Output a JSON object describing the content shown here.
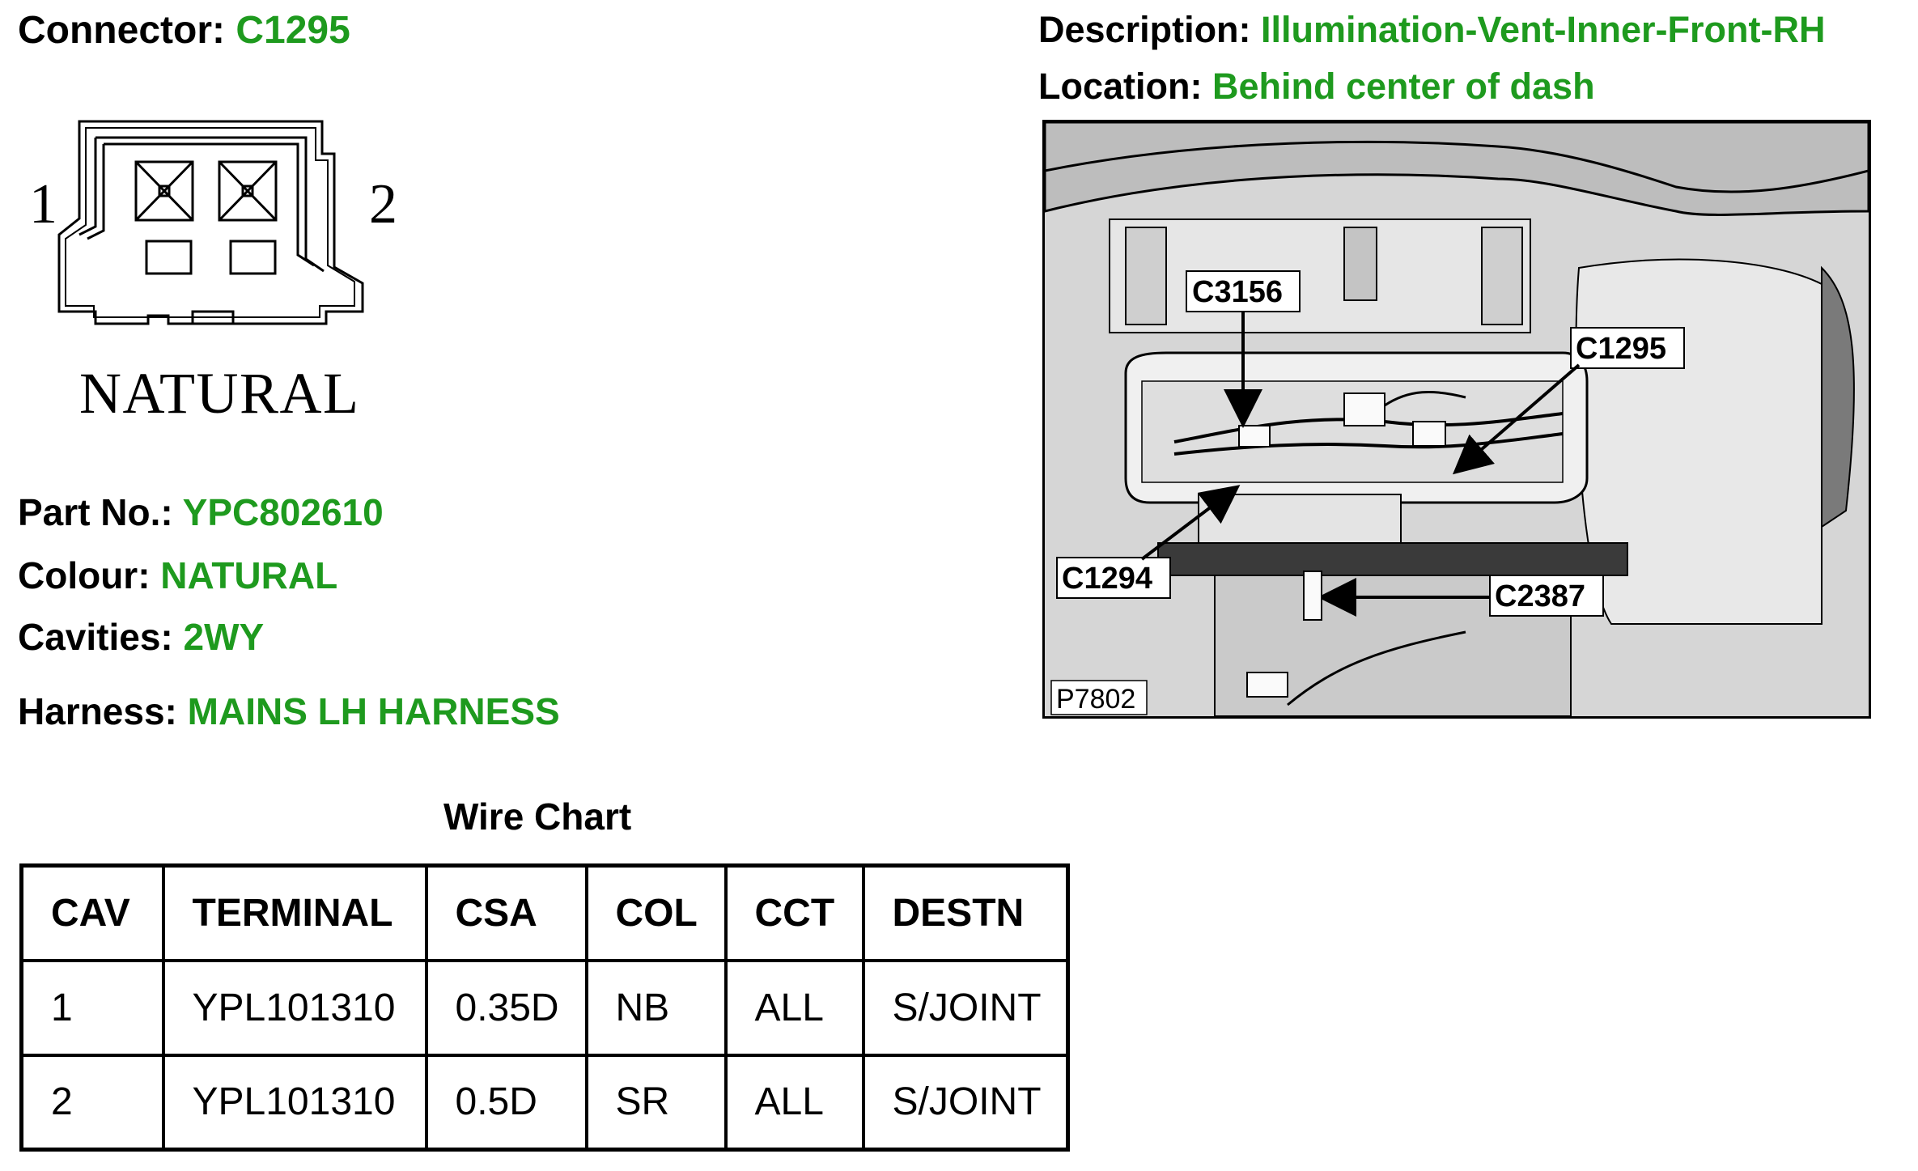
{
  "header": {
    "connector_label": "Connector:",
    "connector_value": "C1295",
    "description_label": "Description:",
    "description_value": "Illumination-Vent-Inner-Front-RH",
    "location_label": "Location:",
    "location_value": "Behind center of dash"
  },
  "connector_drawing": {
    "pin_left": "1",
    "pin_right": "2",
    "colour_text": "NATURAL"
  },
  "details": {
    "part_label": "Part No.:",
    "part_value": "YPC802610",
    "colour_label": "Colour:",
    "colour_value": "NATURAL",
    "cavities_label": "Cavities:",
    "cavities_value": "2WY",
    "harness_label": "Harness:",
    "harness_value": "MAINS LH HARNESS"
  },
  "wire_chart": {
    "title": "Wire Chart",
    "columns": [
      "CAV",
      "TERMINAL",
      "CSA",
      "COL",
      "CCT",
      "DESTN"
    ],
    "rows": [
      [
        "1",
        "YPL101310",
        "0.35D",
        "NB",
        "ALL",
        "S/JOINT"
      ],
      [
        "2",
        "YPL101310",
        "0.5D",
        "SR",
        "ALL",
        "S/JOINT"
      ]
    ]
  },
  "location_photo": {
    "callouts": [
      "C3156",
      "C1295",
      "C1294",
      "C2387"
    ],
    "photo_id": "P7802"
  },
  "colors": {
    "value_green": "#1e9a1e"
  }
}
